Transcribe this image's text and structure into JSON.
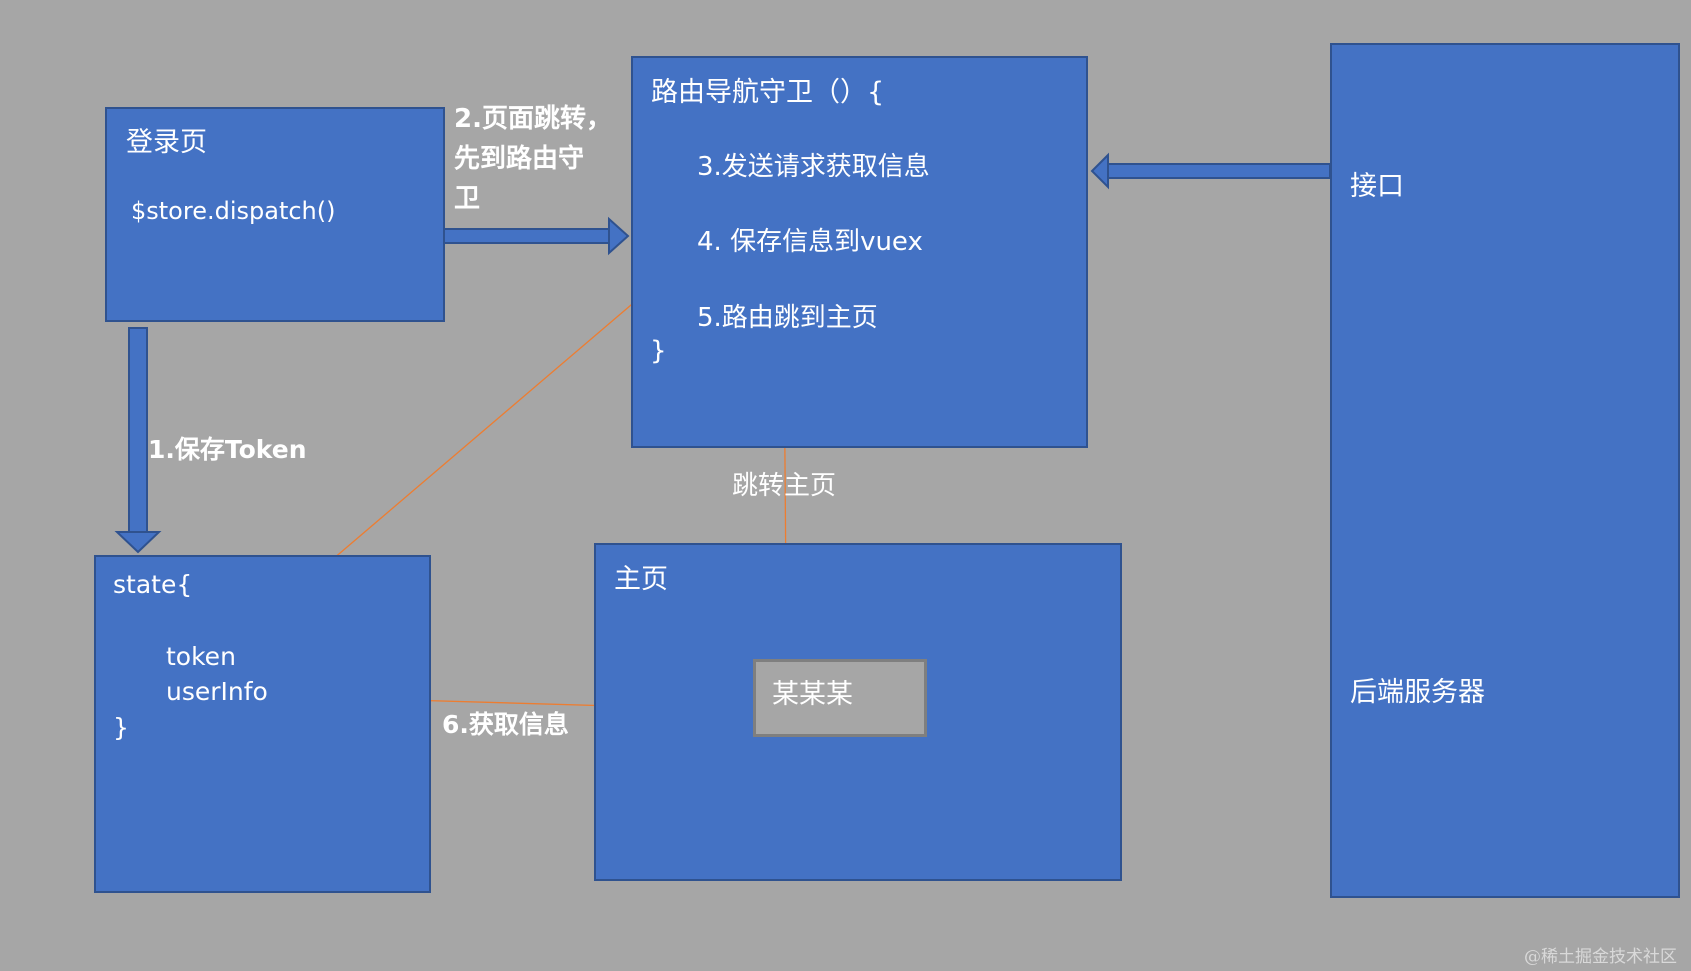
{
  "login_box": {
    "title": "登录页",
    "code": "$store.dispatch()"
  },
  "guard_box": {
    "title": "路由导航守卫（）{",
    "step3": "3.发送请求获取信息",
    "step4": "4. 保存信息到vuex",
    "step5": "5.路由跳到主页",
    "close": "}"
  },
  "server_box": {
    "label_api": "接口",
    "label_server": "后端服务器"
  },
  "state_box": {
    "open": "state{",
    "token": "token",
    "userinfo": "userInfo",
    "close": "}"
  },
  "home_box": {
    "title": "主页",
    "user_placeholder": "某某某"
  },
  "labels": {
    "step1": "1.保存Token",
    "step2_line1": "2.页面跳转，",
    "step2_line2": "先到路由守",
    "step2_line3": "卫",
    "jump_home": "跳转主页",
    "step6": "6.获取信息"
  },
  "watermark": "@稀土掘金技术社区",
  "colors": {
    "background": "#a6a6a6",
    "box_fill": "#4472c4",
    "box_border": "#2f528f",
    "arrow_orange": "#ed7d31"
  }
}
